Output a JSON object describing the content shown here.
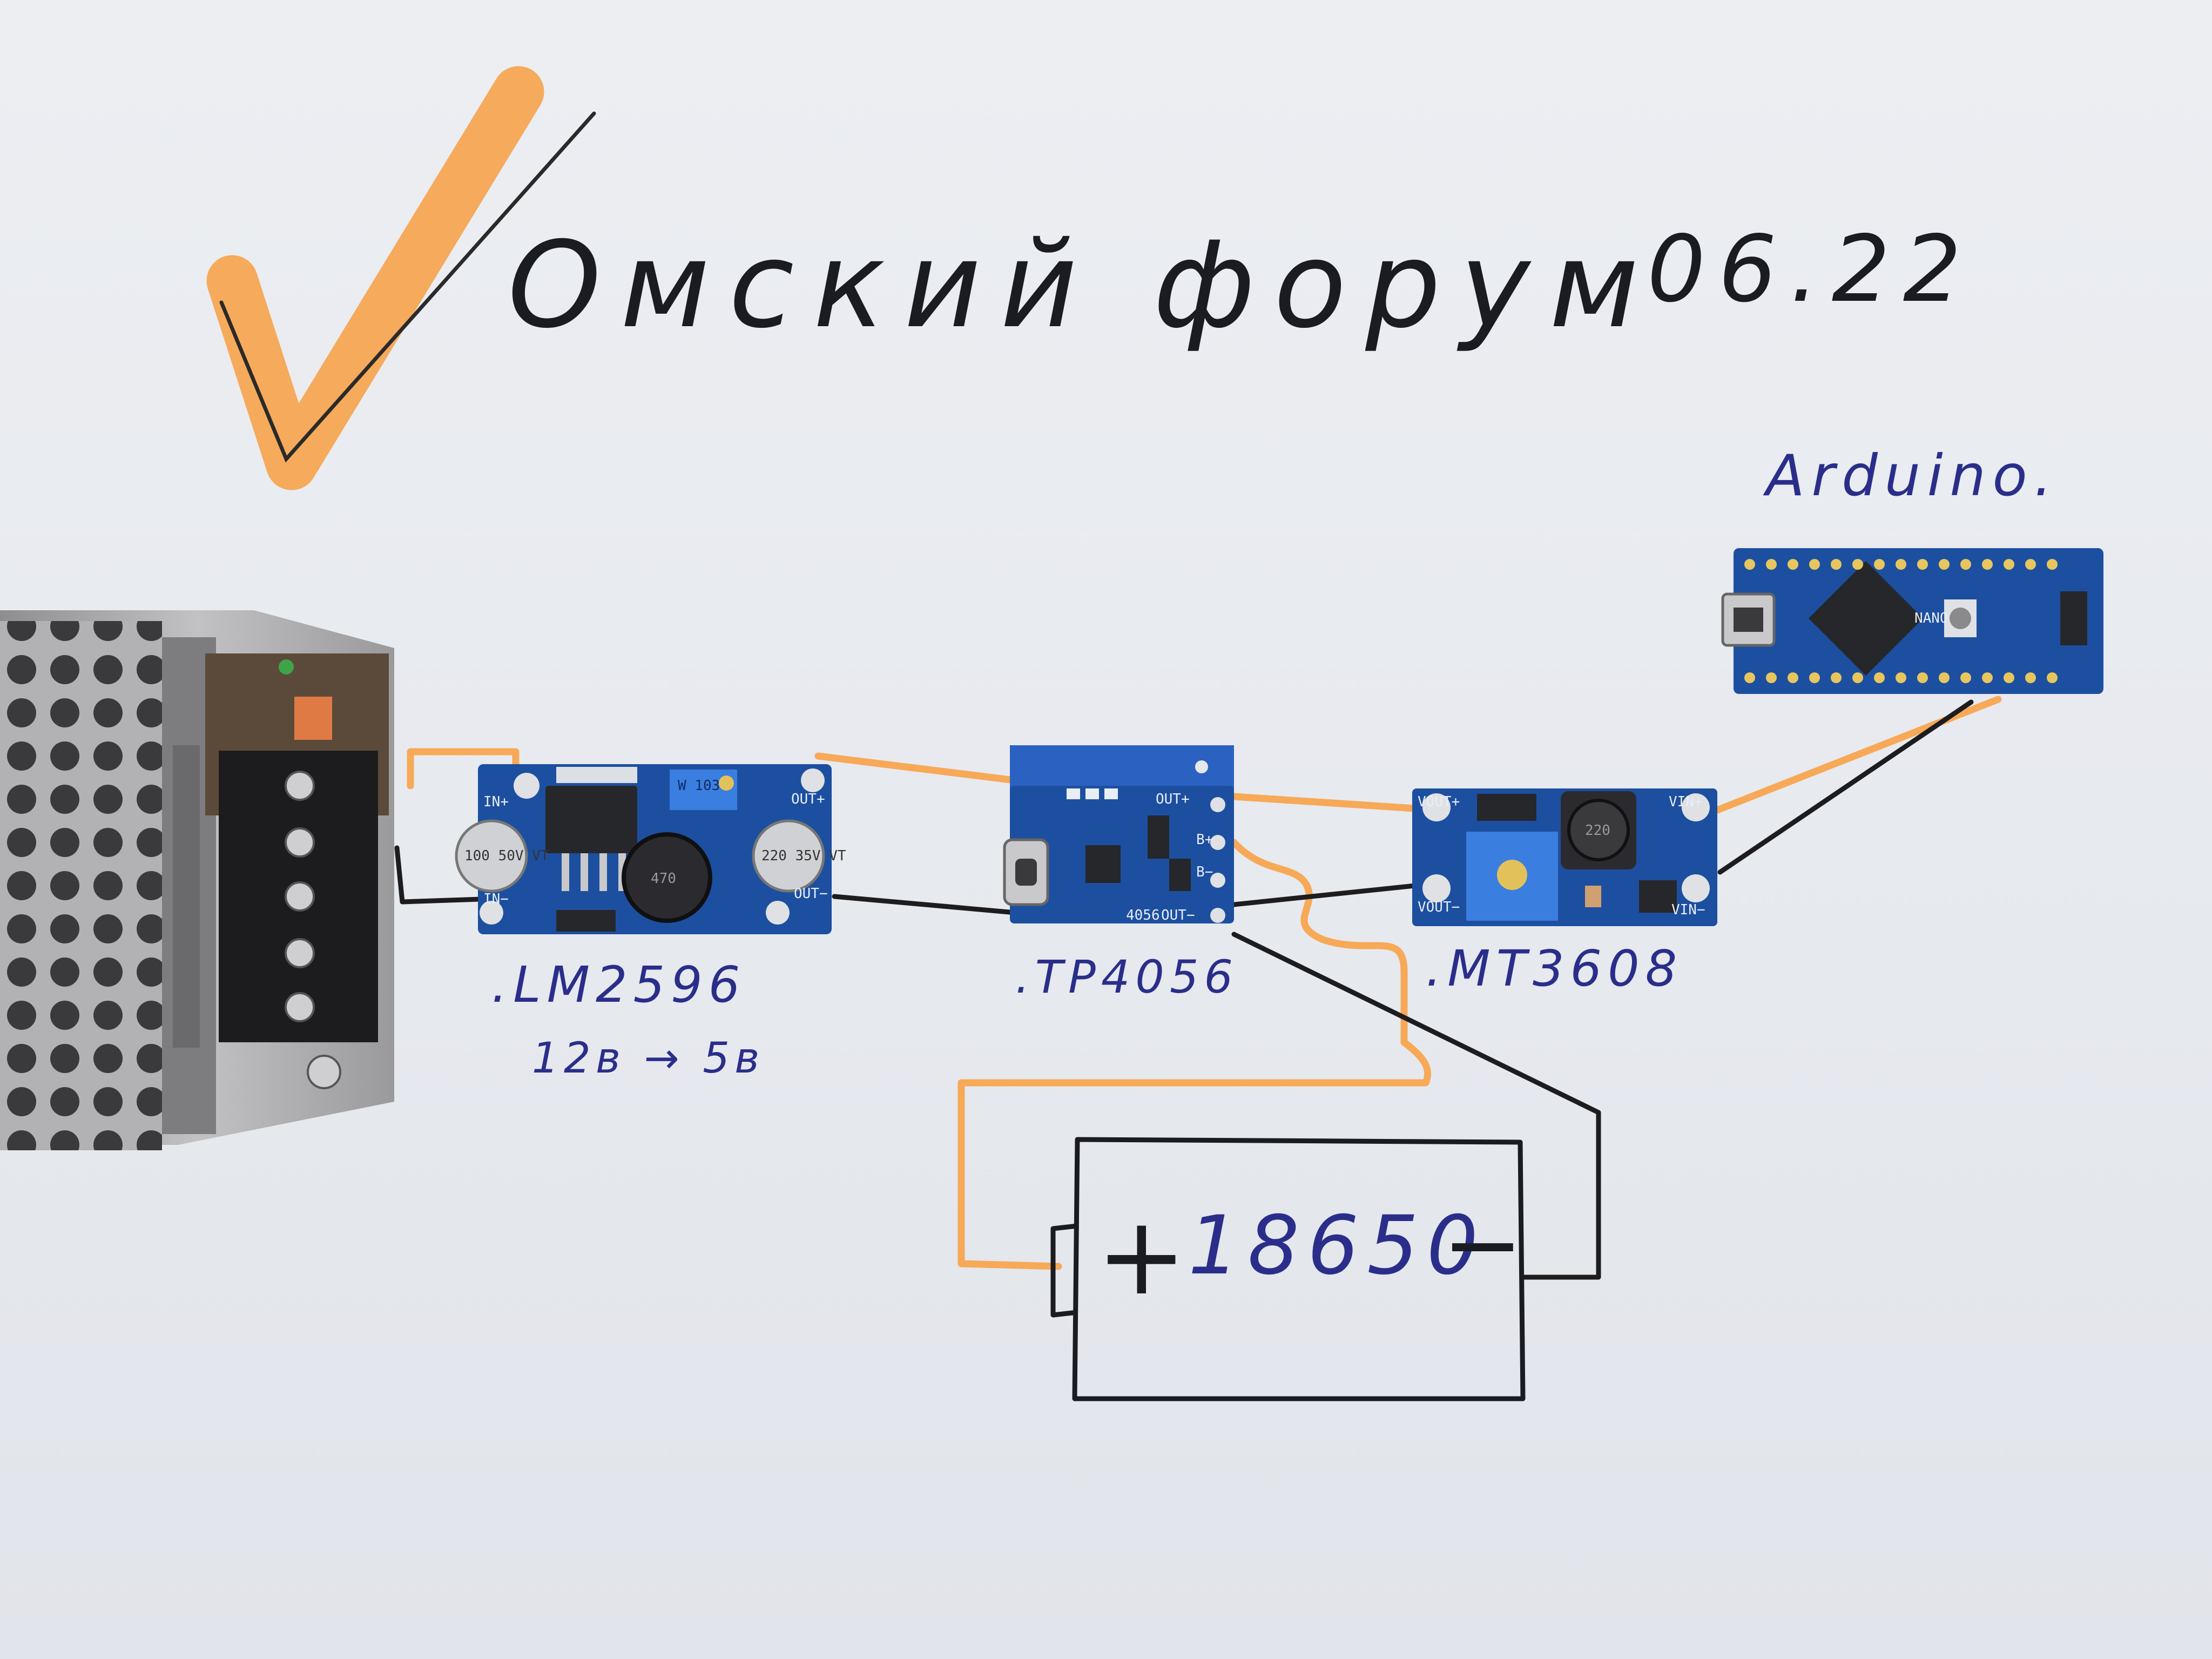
{
  "caption": {
    "title": "Омский форум",
    "date": "06.22"
  },
  "labels": {
    "arduino": "Arduino.",
    "lm2596": ".LM2596",
    "voltage": "12в → 5в",
    "tp4056": ".TP4056",
    "mt3608": ".MT3608",
    "battery": "18650",
    "battery_plus": "+",
    "battery_minus": "−"
  },
  "board_markings": {
    "lm_in_plus": "IN+",
    "lm_in_minus": "IN−",
    "lm_out_plus": "OUT+",
    "lm_out_minus": "OUT−",
    "cap1": "100 50V VT",
    "cap2": "220 35V VT",
    "inductor1": "470",
    "pot1": "W 103",
    "mt_vout_plus": "VOUT+",
    "mt_vout_minus": "VOUT−",
    "mt_vin_plus": "VIN+",
    "mt_vin_minus": "VIN−",
    "inductor2": "220",
    "tp_out_plus": "OUT+",
    "tp_b_plus": "B+",
    "tp_b_minus": "B−",
    "tp_out_minus": "OUT−",
    "tp_chip": "4056",
    "nano": "NANO"
  },
  "colors": {
    "paper": "#e8eaee",
    "ink": "#1b1c22",
    "blue_ink": "#2a2e8a",
    "orange_marker": "#f7a957",
    "pcb_blue": "#1d4fa0",
    "psu_metal": "#a9a9ab"
  }
}
